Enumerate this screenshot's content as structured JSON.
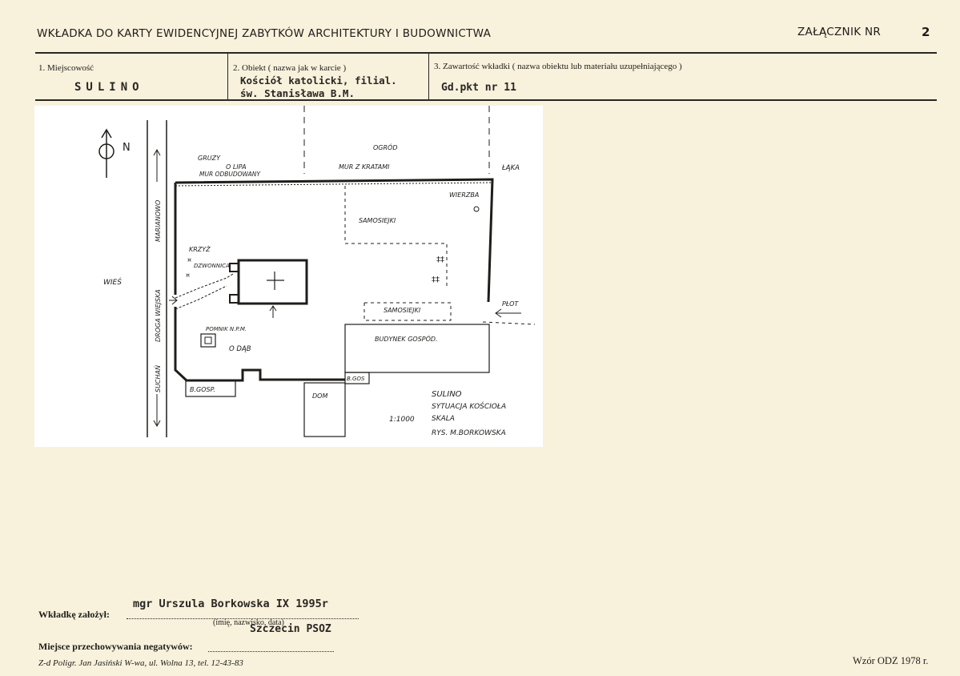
{
  "header": {
    "title": "WKŁADKA DO KARTY EWIDENCYJNEJ ZABYTKÓW ARCHITEKTURY I BUDOWNICTWA",
    "annex_label": "ZAŁĄCZNIK NR",
    "annex_number": "2"
  },
  "fields": {
    "f1_label": "1. Miejscowość",
    "f1_value": "SULINO",
    "f2_label": "2. Obiekt ( nazwa jak w karcie )",
    "f2_value_line1": "Kościół katolicki, filial.",
    "f2_value_line2": "św. Stanisława B.M.",
    "f3_label": "3. Zawartość wkładki ( nazwa obiektu lub materiału uzupełniającego )",
    "f3_value": "Gd.pkt nr 11"
  },
  "plan": {
    "north": "N",
    "gruzy": "GRUZY",
    "lipa": "O LIPA",
    "mur_odbudowany": "MUR ODBUDOWANY",
    "ogrod": "OGRÓD",
    "mur_z_kratami": "MUR Z KRATAMI",
    "laka": "ŁĄKA",
    "wierzba": "WIERZBA",
    "samosiejki_1": "SAMOSIEJKI",
    "samosiejki_2": "SAMOSIEJKI",
    "krzyz": "KRZYŻ",
    "dzwonnica": "DZWONNICA",
    "wies": "WIEŚ",
    "droga_upper": "MARIANOWO",
    "droga_mid": "DROGA WIEJSKA",
    "droga_lower": "SUCHAŃ",
    "plot": "PŁOT",
    "budynek_gospod": "BUDYNEK GOSPÓD.",
    "pomnik": "POMNIK N.P.M.",
    "dab": "O DĄB",
    "b_gos": "B.GOS",
    "b_gosp": "B.GOSP.",
    "dom": "DOM",
    "legend_title": "SULINO",
    "legend_subtitle": "SYTUACJA KOŚCIOŁA",
    "legend_scale_label": "SKALA",
    "legend_scale_value": "1:1000",
    "legend_author": "RYS. M.BORKOWSKA"
  },
  "footer": {
    "established_label": "Wkładkę założył:",
    "established_value": "mgr  Urszula Borkowska IX 1995r",
    "established_hint": "(imię, nazwisko, data)",
    "storage_label": "Miejsce przechowywania negatywów:",
    "storage_value": "Szczecin  PSOZ",
    "printer": "Z-d Poligr. Jan Jasiński W-wa, ul. Wolna 13, tel. 12-43-83",
    "form": "Wzór ODZ 1978 r."
  }
}
